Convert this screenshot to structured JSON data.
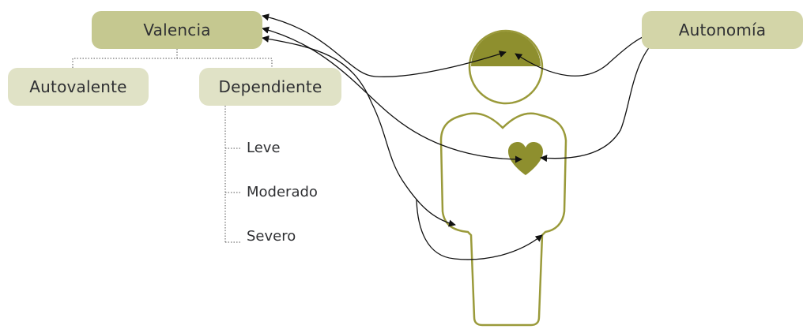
{
  "nodes": {
    "valencia": "Valencia",
    "autonomia": "Autonomía",
    "autovalente": "Autovalente",
    "dependiente": "Dependiente"
  },
  "dependency_levels": [
    "Leve",
    "Moderado",
    "Severo"
  ],
  "colors": {
    "figure_outline": "#9a9a3a",
    "figure_fill": "#8e8f2e",
    "box_dark": "#c5c890",
    "box_light": "#e0e2c6",
    "arrow": "#111111"
  },
  "icons": [
    "head-icon",
    "heart-icon",
    "body-outline-icon"
  ]
}
